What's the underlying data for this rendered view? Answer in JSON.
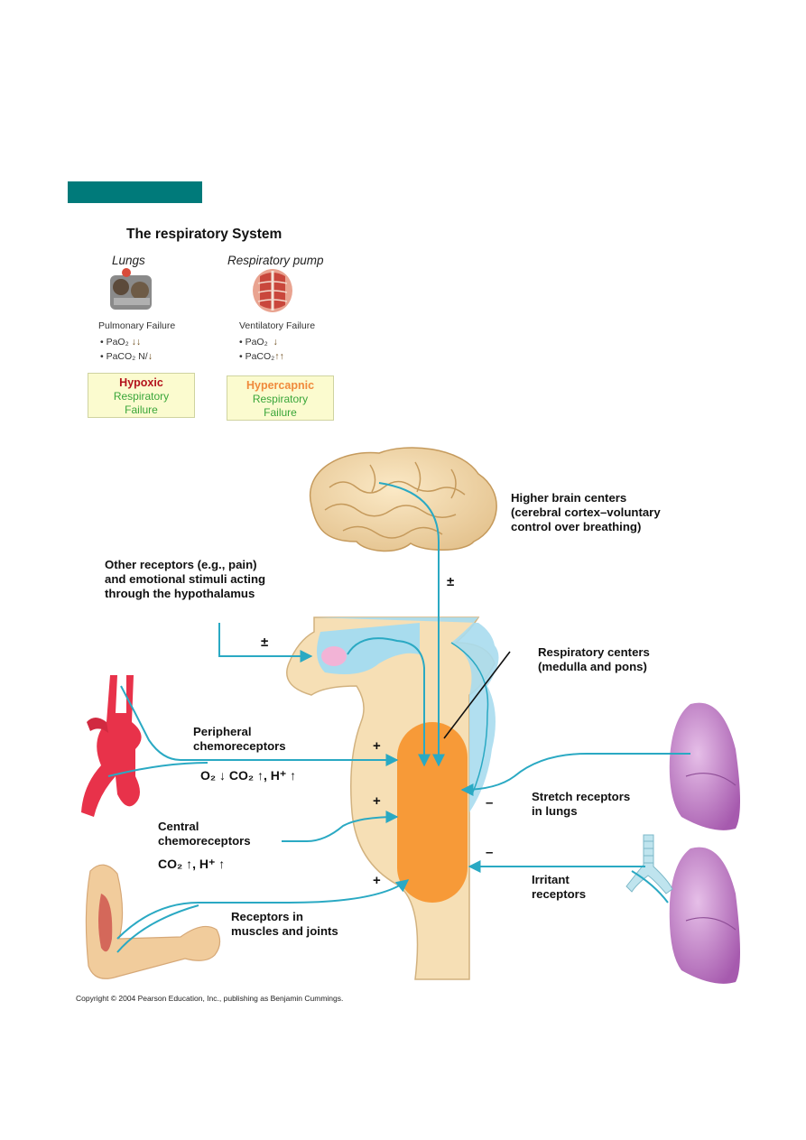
{
  "colors": {
    "header_bar": "#007a7a",
    "arrow": "#2aa9c3",
    "center": "#f79a38",
    "tissue": "#f6dfb5",
    "csf": "#a8dcee",
    "lung": "#c07ec4",
    "artery": "#e8324a",
    "box_fill": "#fbfbcf",
    "hypoxic_red": "#b3121c",
    "hypercapnic_orange": "#f08a3c",
    "green": "#3aa63a"
  },
  "resp_system": {
    "title": "The respiratory System",
    "lungs": {
      "heading": "Lungs",
      "failure": "Pulmonary Failure",
      "pao2": "PaO₂",
      "pao2_arrows": "↓↓",
      "paco2": "PaCO₂ N/",
      "paco2_arrows": "↓",
      "box_line1": "Hypoxic",
      "box_line2": "Respiratory",
      "box_line3": "Failure"
    },
    "pump": {
      "heading": "Respiratory pump",
      "failure": "Ventilatory Failure",
      "pao2": "PaO₂",
      "pao2_arrows": "↓",
      "paco2": "PaCO₂",
      "paco2_arrows": "↑↑",
      "box_line1": "Hypercapnic",
      "box_line2": "Respiratory",
      "box_line3": "Failure"
    }
  },
  "diagram": {
    "higher_brain_1": "Higher brain centers",
    "higher_brain_2": "(cerebral cortex–voluntary",
    "higher_brain_3": "control over breathing)",
    "other_1": "Other receptors (e.g., pain)",
    "other_2": "and emotional stimuli acting",
    "other_3": "through the hypothalamus",
    "resp_centers_1": "Respiratory centers",
    "resp_centers_2": "(medulla and pons)",
    "peripheral_1": "Peripheral",
    "peripheral_2": "chemoreceptors",
    "peripheral_stim": "O₂ ↓  CO₂ ↑, H⁺ ↑",
    "central_1": "Central",
    "central_2": "chemoreceptors",
    "central_stim": "CO₂ ↑, H⁺ ↑",
    "stretch_1": "Stretch receptors",
    "stretch_2": "in lungs",
    "irritant_1": "Irritant",
    "irritant_2": "receptors",
    "muscles_1": "Receptors in",
    "muscles_2": "muscles and joints",
    "sign_pm_brain": "±",
    "sign_pm_hypo": "±",
    "sign_plus_1": "+",
    "sign_plus_2": "+",
    "sign_plus_3": "+",
    "sign_minus_1": "–",
    "sign_minus_2": "–",
    "copyright": "Copyright © 2004 Pearson Education, Inc., publishing as Benjamin Cummings."
  }
}
